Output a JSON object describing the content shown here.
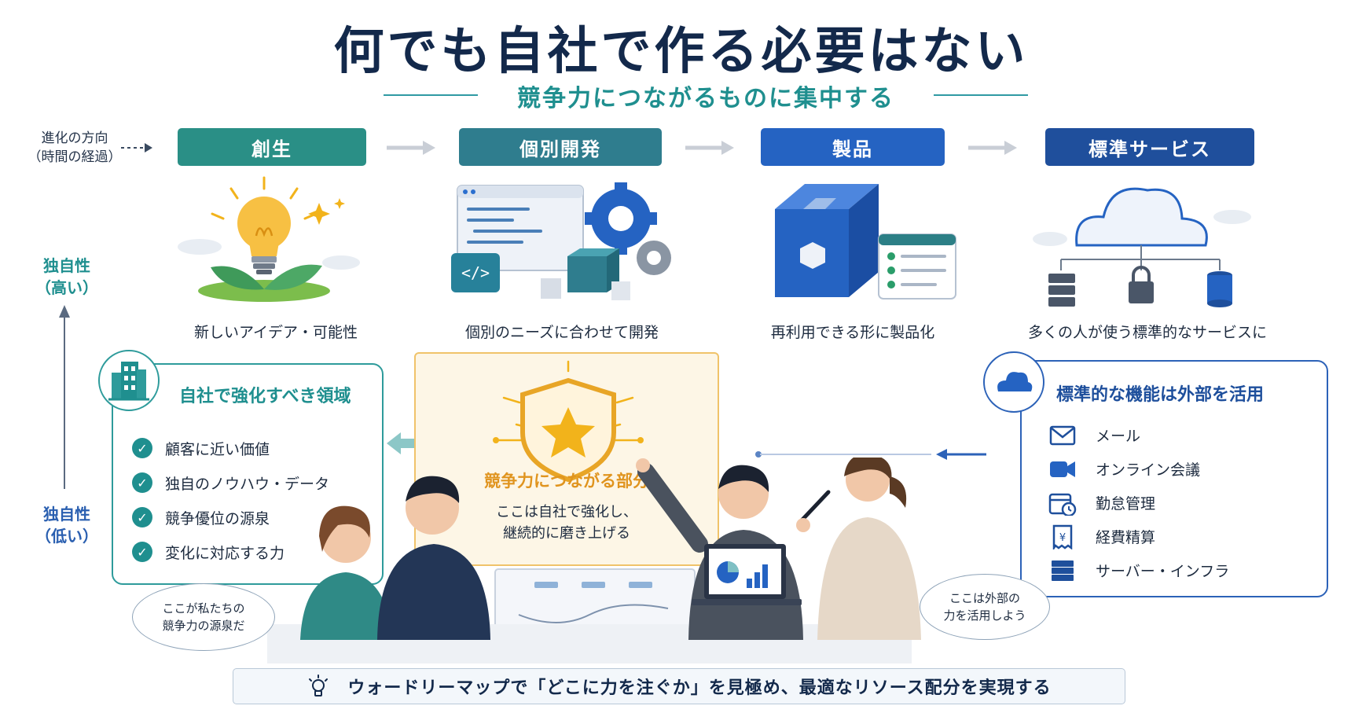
{
  "title": "何でも自社で作る必要はない",
  "subtitle": "競争力につながるものに集中する",
  "axis": {
    "direction_line1": "進化の方向",
    "direction_line2": "（時間の経過）",
    "high_line1": "独自性",
    "high_line2": "（高い）",
    "low_line1": "独自性",
    "low_line2": "（低い）"
  },
  "stages": [
    {
      "label": "創生",
      "caption": "新しいアイデア・可能性",
      "color": "#2a8f86"
    },
    {
      "label": "個別開発",
      "caption": "個別のニーズに合わせて開発",
      "color": "#2f7d8e"
    },
    {
      "label": "製品",
      "caption": "再利用できる形に製品化",
      "color": "#2563c2"
    },
    {
      "label": "標準サービス",
      "caption": "多くの人が使う標準的なサービスに",
      "color": "#1f4f9c"
    }
  ],
  "left_panel": {
    "title": "自社で強化すべき領域",
    "items": [
      "顧客に近い価値",
      "独自のノウハウ・データ",
      "競争優位の源泉",
      "変化に対応する力"
    ]
  },
  "center": {
    "title": "競争力につながる部分",
    "desc_line1": "ここは自社で強化し、",
    "desc_line2": "継続的に磨き上げる"
  },
  "right_panel": {
    "title": "標準的な機能は外部を活用",
    "items": [
      {
        "label": "メール",
        "icon": "mail-icon"
      },
      {
        "label": "オンライン会議",
        "icon": "video-icon"
      },
      {
        "label": "勤怠管理",
        "icon": "calendar-clock-icon"
      },
      {
        "label": "経費精算",
        "icon": "receipt-icon"
      },
      {
        "label": "サーバー・インフラ",
        "icon": "server-icon"
      }
    ]
  },
  "bubbles": {
    "left_line1": "ここが私たちの",
    "left_line2": "競争力の源泉だ",
    "right_line1": "ここは外部の",
    "right_line2": "力を活用しよう"
  },
  "footer": "ウォードリーマップで「どこに力を注ぐか」を見極め、最適なリソース配分を実現する",
  "colors": {
    "navy": "#13294b",
    "teal": "#1f8f8f",
    "blue": "#2c62b8",
    "gold": "#e0941e"
  }
}
